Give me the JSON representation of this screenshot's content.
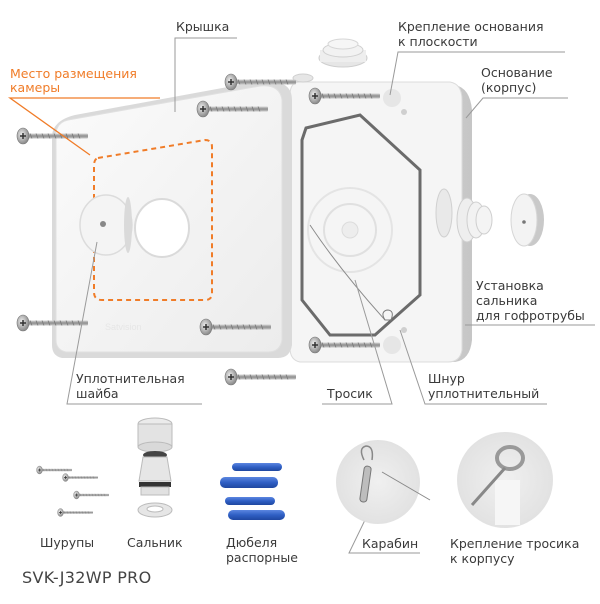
{
  "title": "SVK-J32WP PRO",
  "colors": {
    "accent_orange": "#f07c28",
    "text": "#3a3a3a",
    "leader_line": "#9a9a9a",
    "dowel_blue": "#2f5fc4",
    "box_white": "#f3f3f3",
    "box_shadow": "#d4d4d4",
    "seal_dark": "#6b6b6b"
  },
  "callouts": {
    "cover": "Крышка",
    "camera_place_line1": "Место размещения",
    "camera_place_line2": "камеры",
    "base_mount_line1": "Крепление основания",
    "base_mount_line2": "к плоскости",
    "base_line1": "Основание",
    "base_line2": "(корпус)",
    "gland_install_line1": "Установка",
    "gland_install_line2": "сальника",
    "gland_install_line3": "для гофротрубы",
    "seal_washer_line1": "Уплотнительная",
    "seal_washer_line2": "шайба",
    "cable": "Тросик",
    "seal_cord_line1": "Шнур",
    "seal_cord_line2": "уплотнительный"
  },
  "accessories": [
    {
      "label_line1": "Шурупы",
      "label_line2": ""
    },
    {
      "label_line1": "Сальник",
      "label_line2": ""
    },
    {
      "label_line1": "Дюбеля",
      "label_line2": "распорные"
    },
    {
      "label_line1": "Карабин",
      "label_line2": ""
    },
    {
      "label_line1": "Крепление тросика",
      "label_line2": "к корпусу"
    }
  ]
}
